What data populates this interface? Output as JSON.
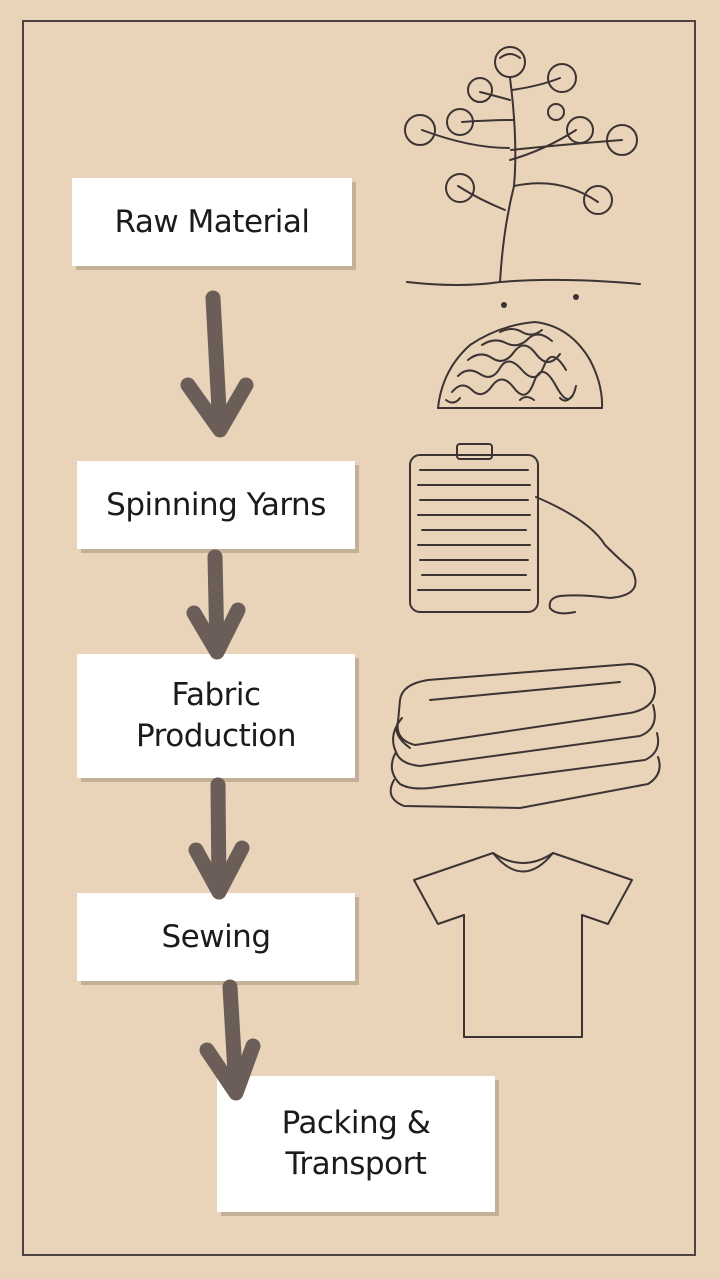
{
  "steps": [
    {
      "id": "raw-material",
      "label": "Raw Material"
    },
    {
      "id": "spinning-yarns",
      "label": "Spinning Yarns"
    },
    {
      "id": "fabric-production",
      "label": "Fabric\nProduction"
    },
    {
      "id": "sewing",
      "label": "Sewing"
    },
    {
      "id": "packing-transport",
      "label": "Packing &\nTransport"
    }
  ],
  "icons": [
    "cotton-plant-icon",
    "raw-cotton-pile-icon",
    "yarn-spool-icon",
    "folded-fabric-icon",
    "tshirt-icon"
  ],
  "colors": {
    "background": "#e9d3b9",
    "arrow": "#6b5d58",
    "line": "#3b3433",
    "box": "#ffffff"
  }
}
